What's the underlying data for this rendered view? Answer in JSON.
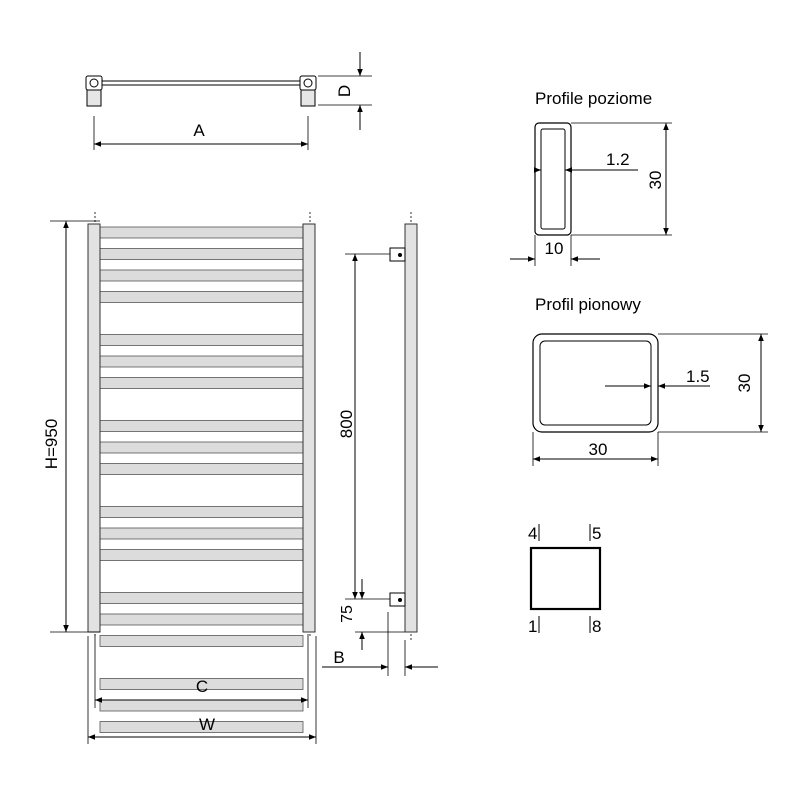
{
  "dimensions": {
    "A": "A",
    "D": "D",
    "H": "H=950",
    "height_800": "800",
    "bottom_75": "75",
    "B": "B",
    "C": "C",
    "W": "W"
  },
  "profile_horizontal": {
    "title": "Profile poziome",
    "wall": "1.2",
    "height": "30",
    "width": "10"
  },
  "profile_vertical": {
    "title": "Profil pionowy",
    "wall": "1.5",
    "height": "30",
    "width": "30"
  },
  "connections": {
    "p4": "4",
    "p5": "5",
    "p1": "1",
    "p8": "8"
  },
  "bar_groups": [
    4,
    3,
    3,
    3,
    3,
    3
  ]
}
